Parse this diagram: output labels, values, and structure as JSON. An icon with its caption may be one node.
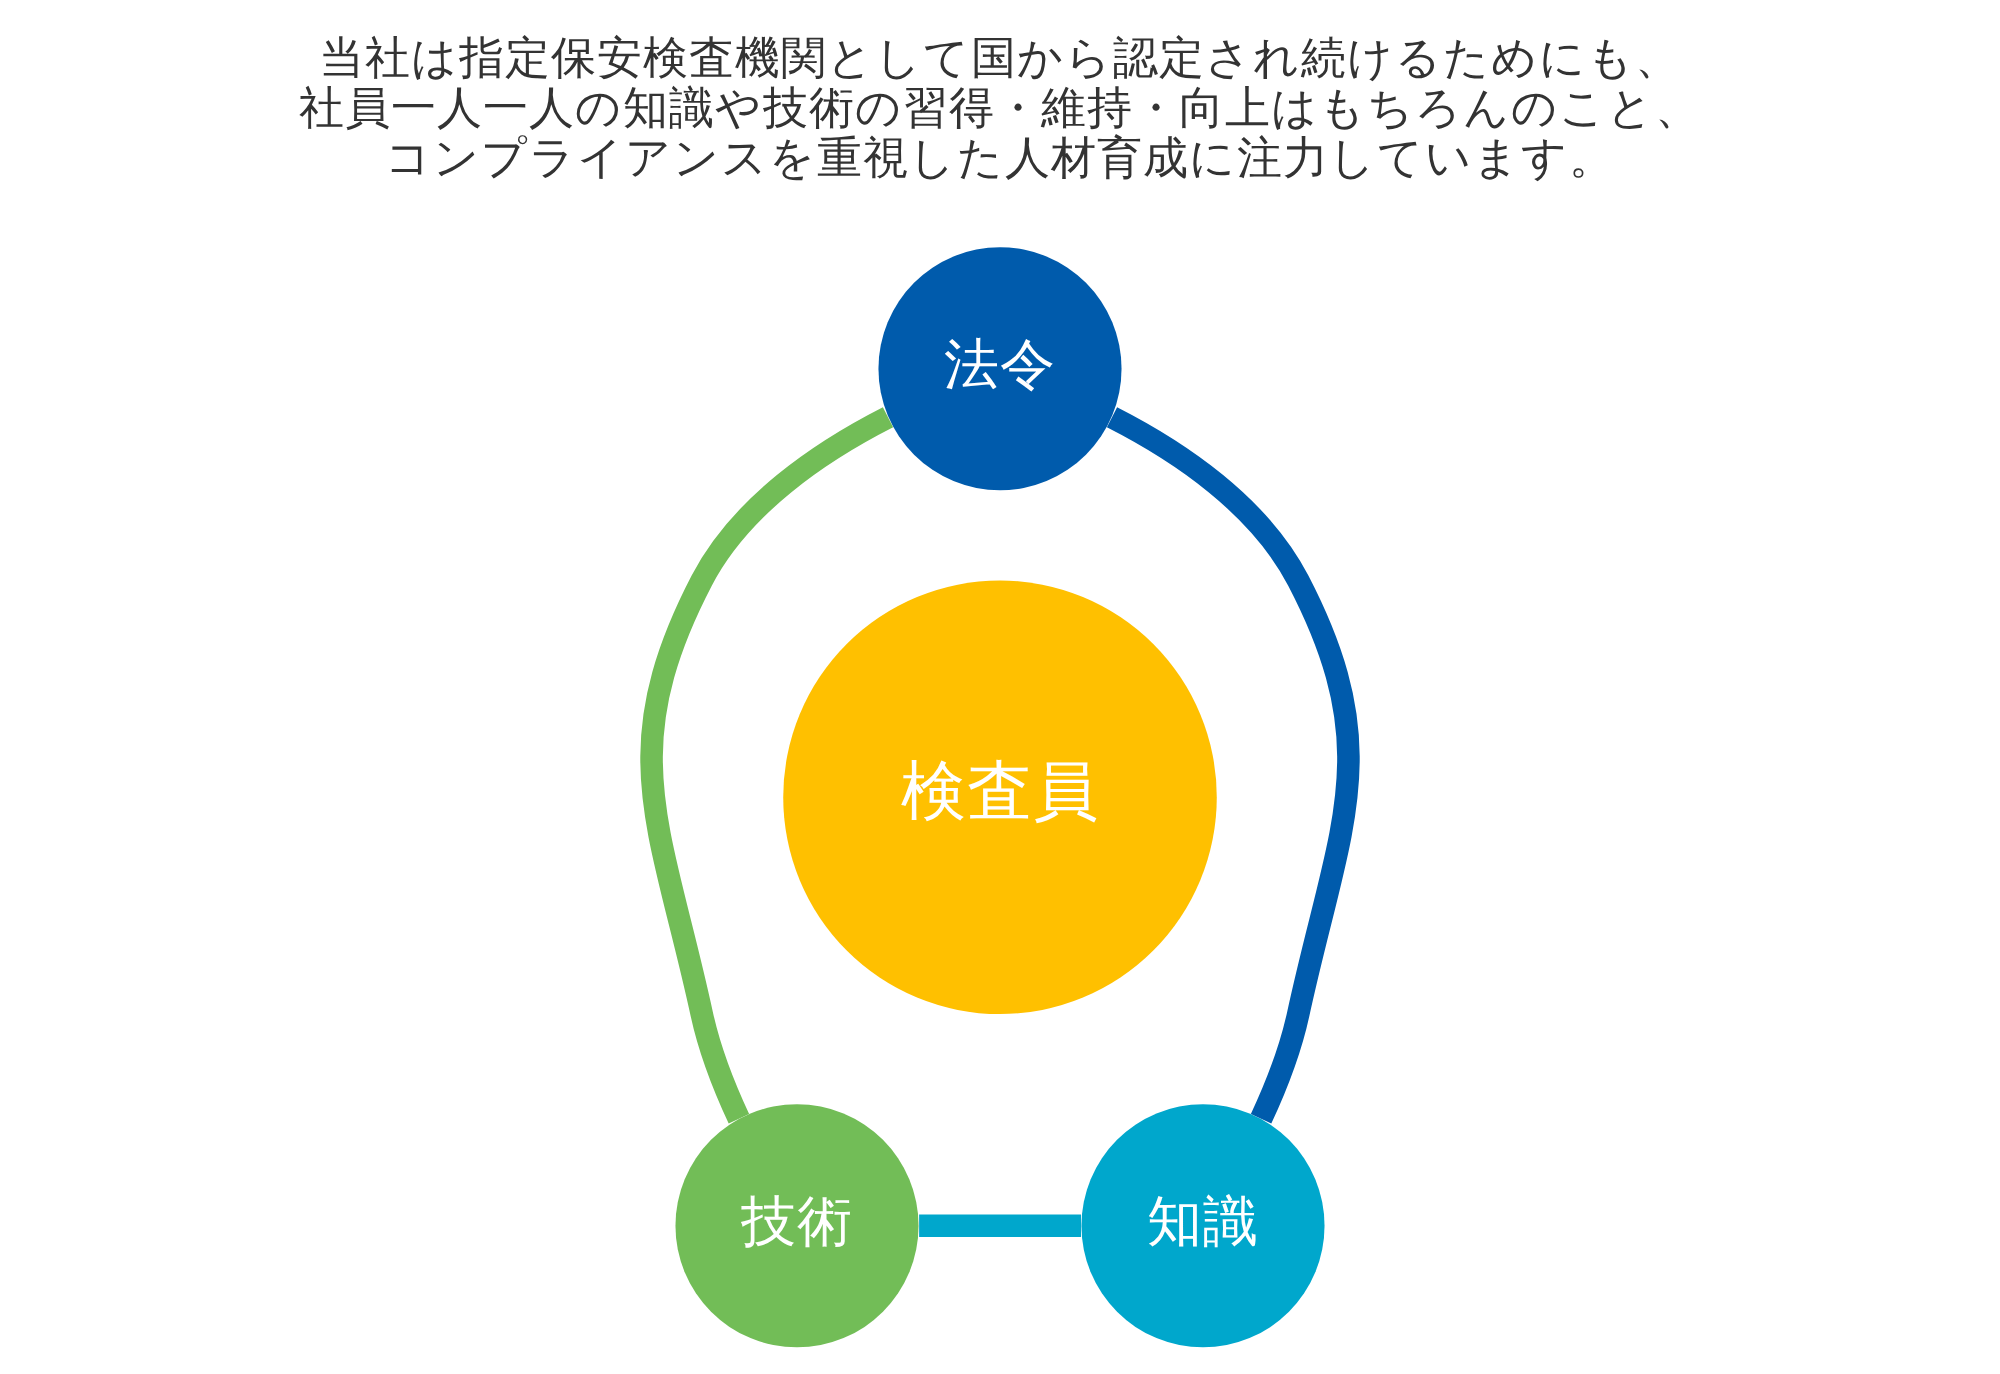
{
  "diagram": {
    "title": "当社は指定保安検査機関として国から認定され続けるためにも、社員一人一人の知識や技術の習得・維持・向上はもちろんのこと、コンプライアンスを重視した人材育成に注力しています。",
    "nodes": [
      {
        "text": [
          "法令"
        ]
      },
      {
        "text": [
          "検査員"
        ]
      },
      {
        "text": [
          "技術"
        ]
      },
      {
        "text": [
          "知識"
        ]
      }
    ],
    "edges": [
      {
        "from": 0,
        "to": 3,
        "arrow": "none",
        "color": "#005bac"
      },
      {
        "from": 3,
        "to": 2,
        "arrow": "none",
        "color": "#00a7cc"
      },
      {
        "from": 2,
        "to": 0,
        "arrow": "none",
        "color": "#72bd57"
      }
    ]
  }
}
